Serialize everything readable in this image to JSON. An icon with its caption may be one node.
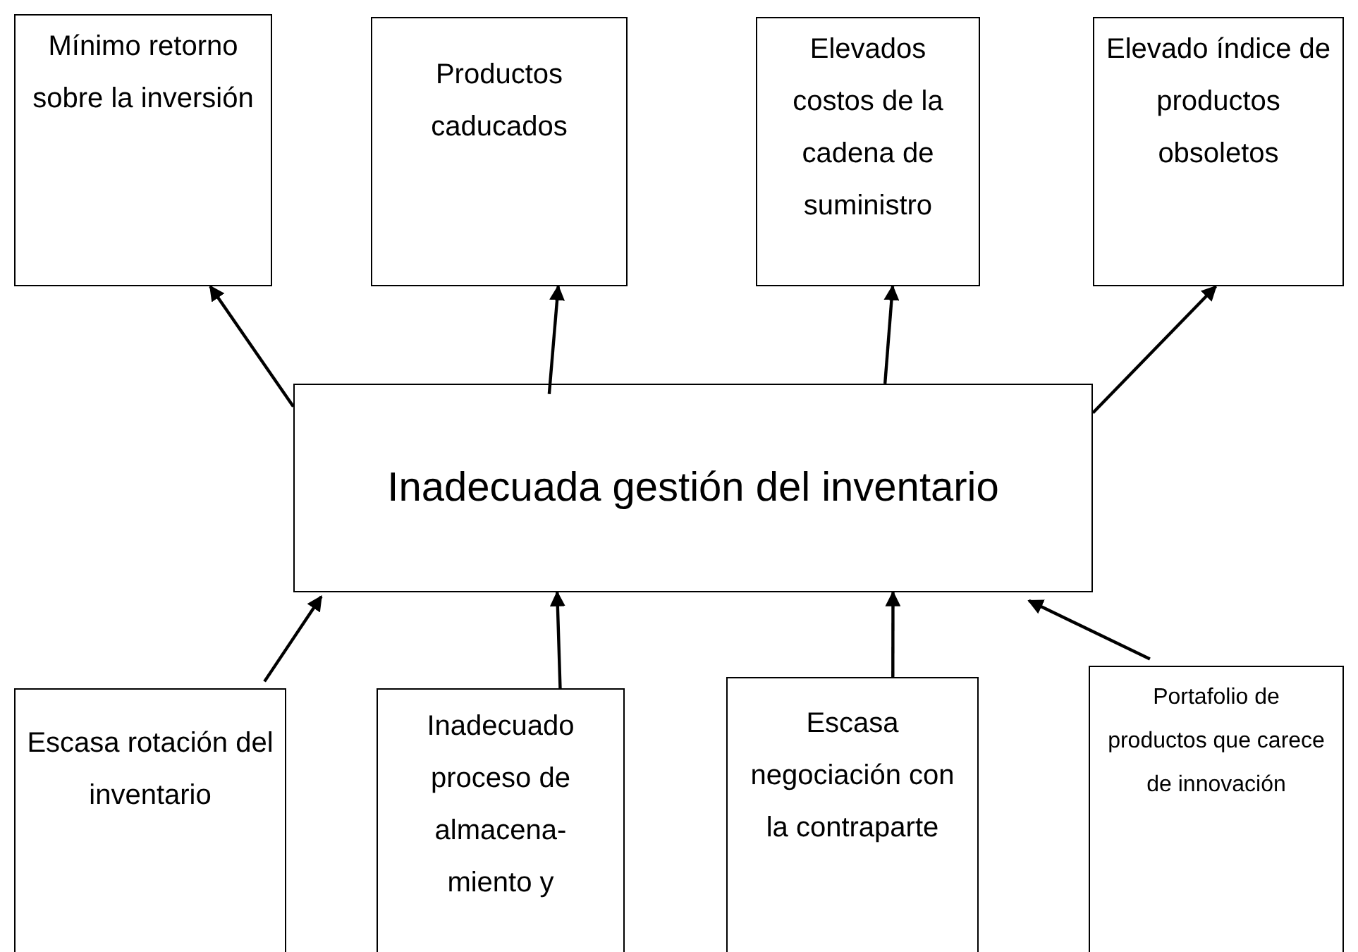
{
  "diagram": {
    "nodes": [
      {
        "text": [
          "Mínimo retorno sobre la inversión"
        ]
      },
      {
        "text": [
          "Productos caducados"
        ]
      },
      {
        "text": [
          "Elevados costos de la cadena de suministro"
        ]
      },
      {
        "text": [
          "Elevado índice de productos obsoletos"
        ]
      },
      {
        "text": [
          "Inadecuada gestión del inventario"
        ]
      },
      {
        "text": [
          "Escasa rotación del inventario"
        ]
      },
      {
        "text": [
          "Inadecuado proceso de almacena- miento y"
        ]
      },
      {
        "text": [
          "Escasa negociación con la contraparte"
        ]
      },
      {
        "text": [
          "Portafolio de productos que carece de innovación"
        ]
      }
    ],
    "edges": [
      {
        "from": 4,
        "to": 0,
        "arrow": "to"
      },
      {
        "from": 4,
        "to": 1,
        "arrow": "to"
      },
      {
        "from": 4,
        "to": 2,
        "arrow": "to"
      },
      {
        "from": 4,
        "to": 3,
        "arrow": "to"
      },
      {
        "from": 5,
        "to": 4,
        "arrow": "to"
      },
      {
        "from": 6,
        "to": 4,
        "arrow": "to"
      },
      {
        "from": 7,
        "to": 4,
        "arrow": "to"
      },
      {
        "from": 8,
        "to": 4,
        "arrow": "to"
      }
    ]
  }
}
